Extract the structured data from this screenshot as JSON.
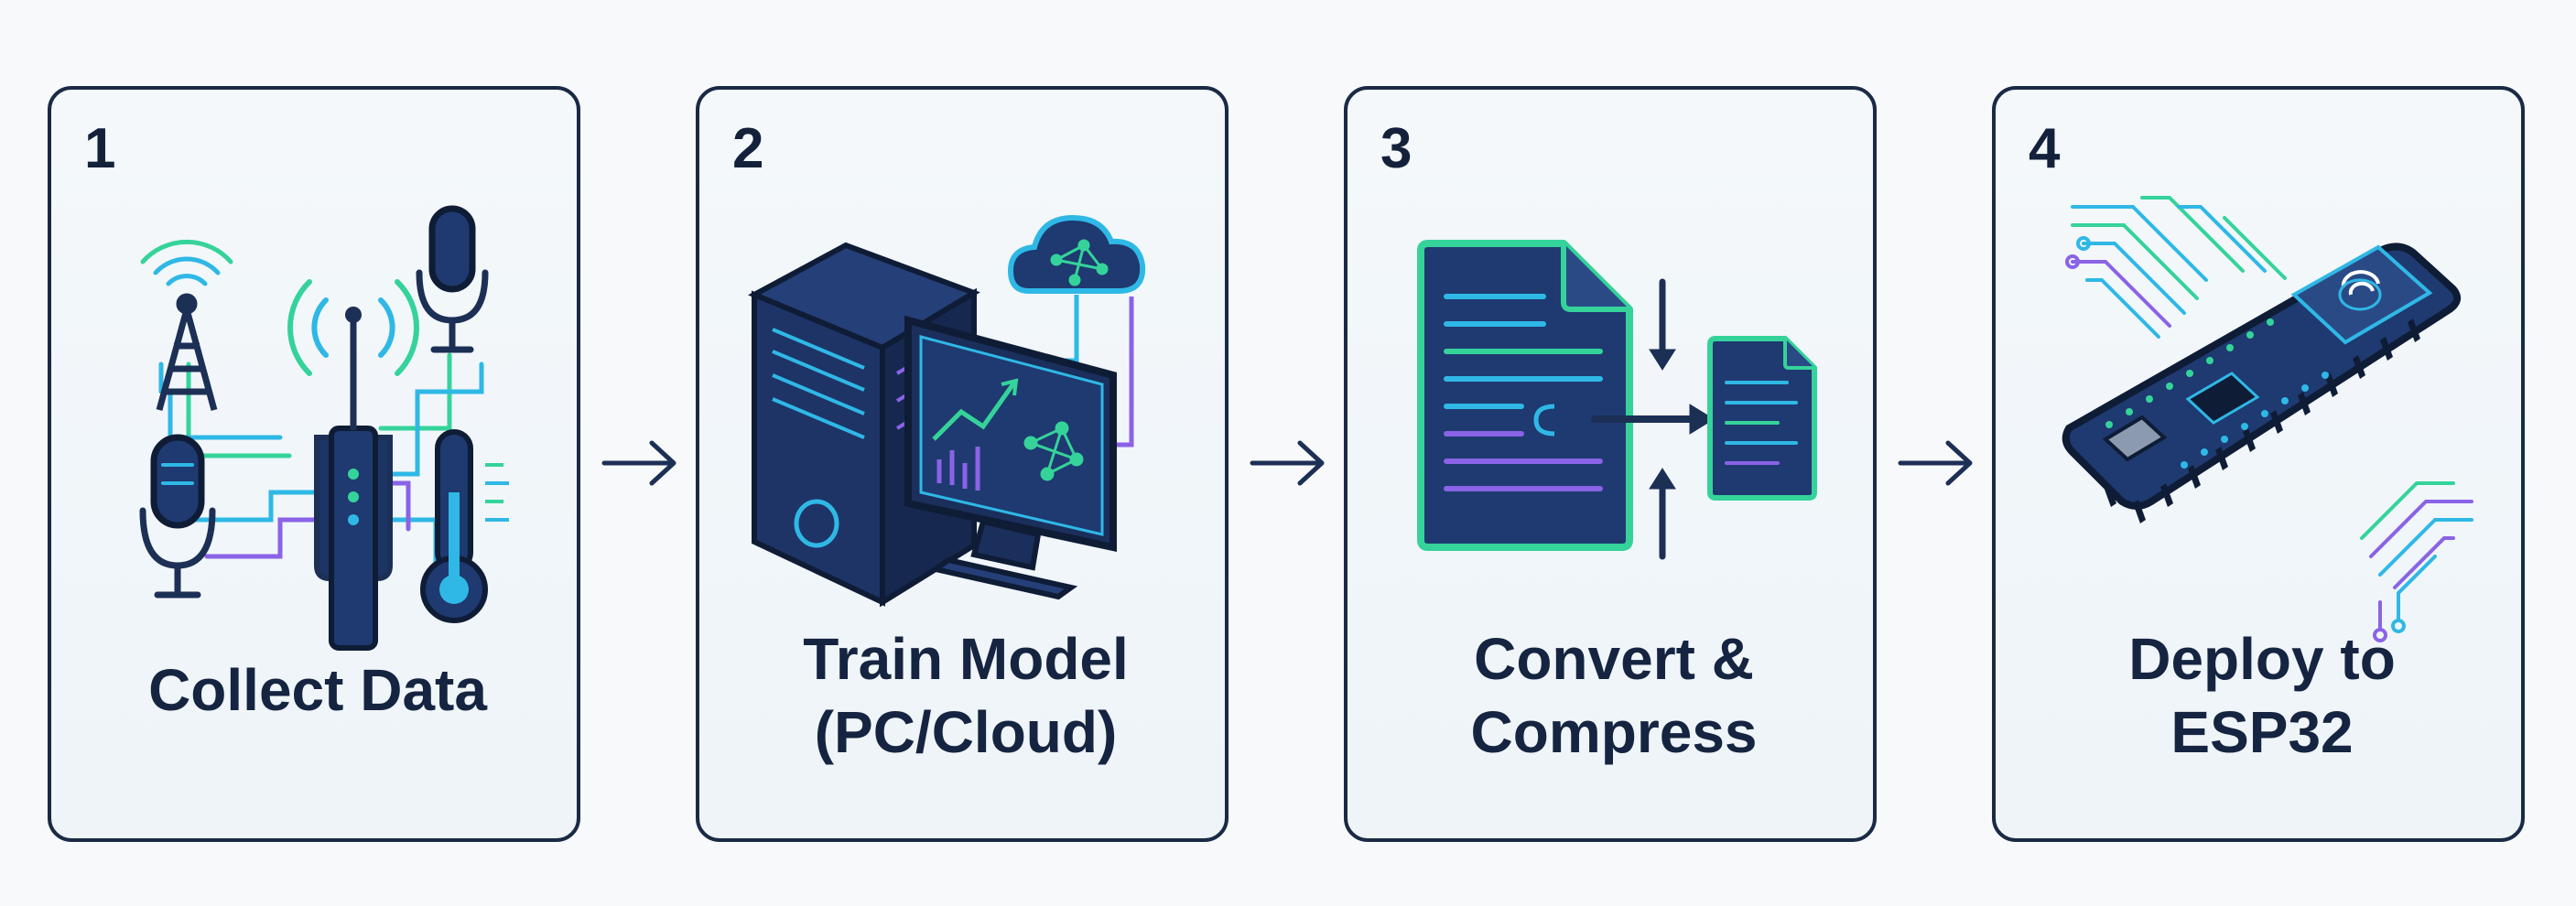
{
  "steps": [
    {
      "number": "1",
      "label_lines": [
        "Collect Data"
      ]
    },
    {
      "number": "2",
      "label_lines": [
        "Train Model",
        "(PC/Cloud)"
      ]
    },
    {
      "number": "3",
      "label_lines": [
        "Convert &",
        "Compress"
      ]
    },
    {
      "number": "4",
      "label_lines": [
        "Deploy to",
        "ESP32"
      ]
    }
  ],
  "colors": {
    "border": "#1b2a44",
    "text": "#152440",
    "navy": "#1c2f55",
    "cyan": "#2fb8e6",
    "green": "#35d39a",
    "purple": "#8a63e6",
    "background": "#f7f9fb"
  },
  "icons": {
    "step1": [
      "radio-tower-icon",
      "antenna-sensor-icon",
      "microphone-icon",
      "thermometer-icon"
    ],
    "step2": [
      "server-tower-icon",
      "monitor-chart-icon",
      "cloud-network-icon"
    ],
    "step3": [
      "document-icon",
      "compress-arrows-icon",
      "small-document-icon"
    ],
    "step4": [
      "esp32-board-icon",
      "signal-lines-icon"
    ]
  }
}
